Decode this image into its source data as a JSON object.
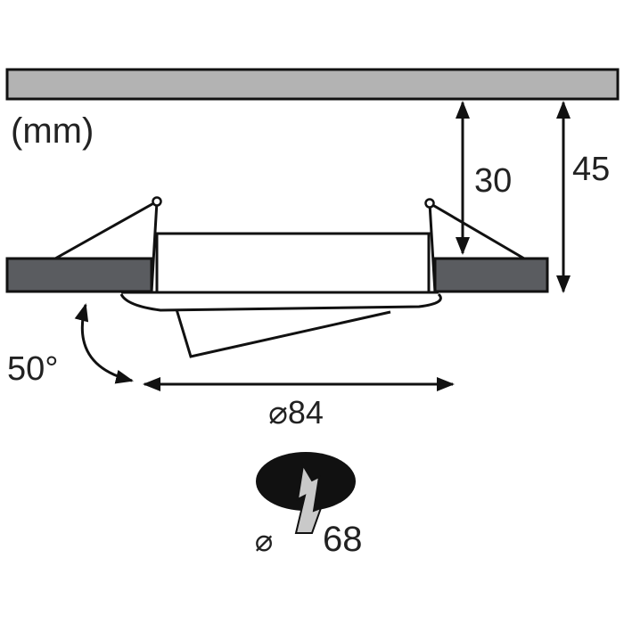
{
  "labels": {
    "unit": "(mm)",
    "depth_spring": "30",
    "depth_total": "45",
    "tilt": "50°",
    "outer_diameter": "⌀84",
    "cutout_diameter_symbol": "⌀",
    "cutout_diameter": "68"
  },
  "colors": {
    "ceiling": "#b3b3b3",
    "panel": "#5a5c60",
    "outline": "#111111",
    "text": "#222222"
  },
  "icons": {
    "cutout": "ceiling-cutout-icon"
  }
}
